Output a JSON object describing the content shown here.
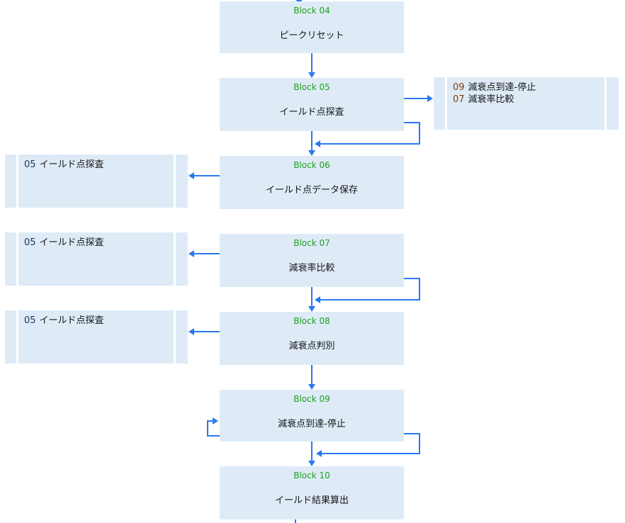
{
  "colors": {
    "block_fill": "#DEEBF7",
    "title_green": "#1E9E1E",
    "connector_blue": "#2979F0",
    "ref_number_navy": "#17365D",
    "ref_number_brown": "#843C0C",
    "body_text": "#151515"
  },
  "blocks": [
    {
      "title": "Block 04",
      "label": "ピークリセット"
    },
    {
      "title": "Block 05",
      "label": "イールド点探査"
    },
    {
      "title": "Block 06",
      "label": "イールド点データ保存"
    },
    {
      "title": "Block 07",
      "label": "減衰率比較"
    },
    {
      "title": "Block 08",
      "label": "減衰点判別"
    },
    {
      "title": "Block 09",
      "label": "減衰点到達-停止"
    },
    {
      "title": "Block 10",
      "label": "イールド結果算出"
    }
  ],
  "side_refs": [
    {
      "position": "right-of-block-05",
      "lines": [
        {
          "num": "09",
          "text": "減衰点到達-停止"
        },
        {
          "num": "07",
          "text": "減衰率比較"
        }
      ]
    },
    {
      "position": "left-of-block-06",
      "lines": [
        {
          "num": "05",
          "text": "イールド点探査"
        }
      ]
    },
    {
      "position": "left-of-block-07",
      "lines": [
        {
          "num": "05",
          "text": "イールド点探査"
        }
      ]
    },
    {
      "position": "left-of-block-08",
      "lines": [
        {
          "num": "05",
          "text": "イールド点探査"
        }
      ]
    }
  ],
  "connections": [
    {
      "from": "above",
      "to": "block-04"
    },
    {
      "from": "block-04",
      "to": "block-05"
    },
    {
      "from": "block-05",
      "to": "ref-box-09-07"
    },
    {
      "from": "block-05",
      "to": "block-06",
      "via": "right loop merge"
    },
    {
      "from": "block-05",
      "to": "block-06"
    },
    {
      "from": "block-06",
      "to": "ref-box-05-a"
    },
    {
      "from": "block-07",
      "to": "ref-box-05-b"
    },
    {
      "from": "block-07",
      "to": "block-08",
      "via": "right loop merge"
    },
    {
      "from": "block-07",
      "to": "block-08"
    },
    {
      "from": "block-08",
      "to": "ref-box-05-c"
    },
    {
      "from": "block-08",
      "to": "block-09"
    },
    {
      "from": "block-09",
      "to": "block-09",
      "via": "left self-loop"
    },
    {
      "from": "block-09",
      "to": "block-10",
      "via": "right loop merge"
    },
    {
      "from": "block-09",
      "to": "block-10"
    },
    {
      "from": "block-10",
      "to": "below"
    }
  ]
}
